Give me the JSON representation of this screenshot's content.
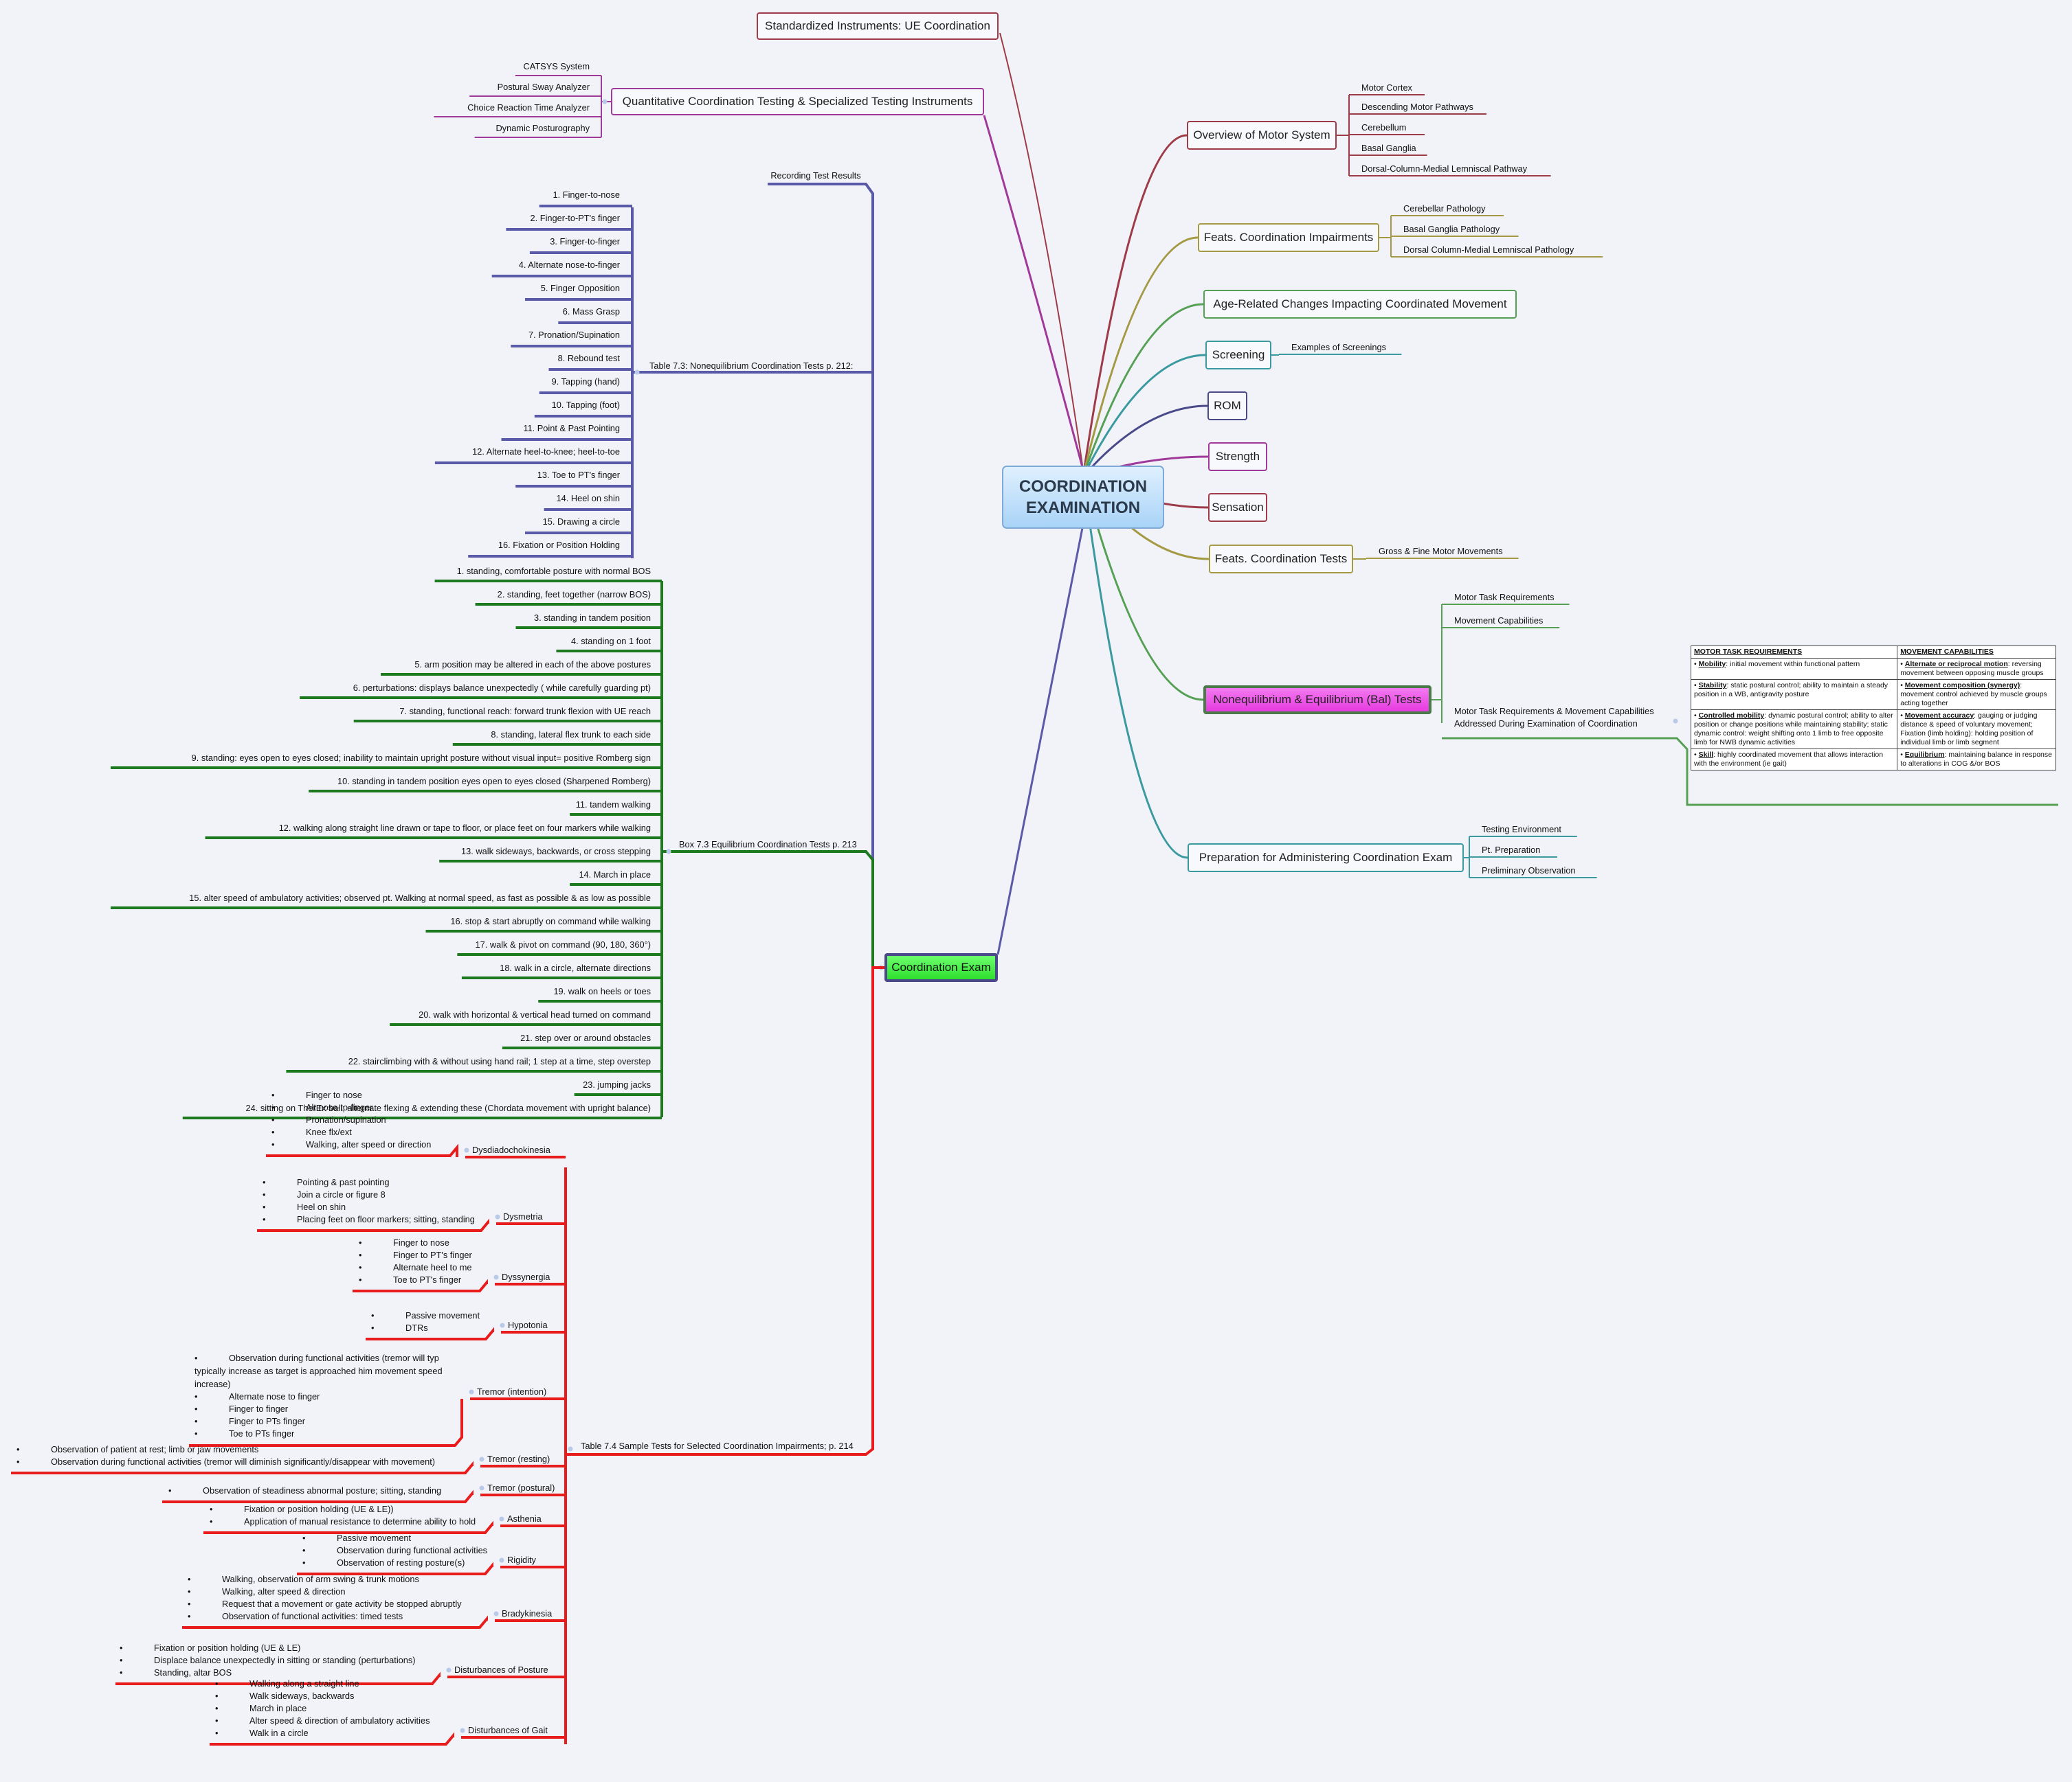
{
  "central": {
    "line1": "COORDINATION",
    "line2": "EXAMINATION"
  },
  "right_topics": [
    {
      "label": "Overview of Motor System",
      "color": "#9e3b48",
      "children": [
        "Motor Cortex",
        "Descending Motor Pathways",
        "Cerebellum",
        "Basal Ganglia",
        "Dorsal-Column-Medial Lemniscal Pathway"
      ]
    },
    {
      "label": "Feats. Coordination Impairments",
      "color": "#a59a44",
      "children": [
        "Cerebellar Pathology",
        "Basal Ganglia Pathology",
        "Dorsal Column-Medial Lemniscal Pathology"
      ]
    },
    {
      "label": "Age-Related Changes Impacting Coordinated Movement",
      "color": "#55a055",
      "children": []
    },
    {
      "label": "Screening",
      "color": "#3a9aa0",
      "children": [
        "Examples of Screenings"
      ]
    },
    {
      "label": "ROM",
      "color": "#4a4a8a",
      "children": []
    },
    {
      "label": "Strength",
      "color": "#a03a9a",
      "children": []
    },
    {
      "label": "Sensation",
      "color": "#9e3b48",
      "children": []
    },
    {
      "label": "Feats. Coordination Tests",
      "color": "#a59a44",
      "children": [
        "Gross & Fine Motor Movements"
      ]
    },
    {
      "label": "Nonequilibrium & Equilibrium (Bal) Tests",
      "color": "#55a055",
      "children": [
        "Motor Task Requirements",
        "Movement Capabilities",
        "Motor Task Requirements & Movement Capabilities Addressed During Examination of Coordination"
      ]
    },
    {
      "label": "Preparation for Administering Coordination Exam",
      "color": "#3a9aa0",
      "children": [
        "Testing Environment",
        "Pt. Preparation",
        "Preliminary Observation"
      ]
    }
  ],
  "top_topics": [
    {
      "label": "Standardized Instruments:  UE Coordination",
      "color": "#9e3b48"
    },
    {
      "label": "Quantitative Coordination Testing & Specialized Testing Instruments",
      "color": "#a03a9a",
      "children": [
        "CATSYS System",
        "Postural Sway Analyzer",
        "Choice Reaction Time Analyzer",
        "Dynamic Posturography"
      ]
    }
  ],
  "table": {
    "headers": [
      "MOTOR TASK REQUIREMENTS",
      "MOVEMENT CAPABILITIES"
    ],
    "rows": [
      [
        {
          "term": "Mobility",
          "text": ": initial movement within functional pattern"
        },
        {
          "term": "Alternate or reciprocal motion",
          "text": ": reversing movement between opposing muscle groups"
        }
      ],
      [
        {
          "term": "Stability",
          "text": ": static postural control; ability to maintain a steady position in a WB, antigravity posture"
        },
        {
          "term": "Movement composition (synergy)",
          "text": ": movement control achieved by muscle groups acting together"
        }
      ],
      [
        {
          "term": "Controlled mobility",
          "text": ": dynamic postural control; ability to alter position or change positions while maintaining stability; static dynamic control: weight shifting onto 1 limb to free opposite limb for NWB dynamic activities"
        },
        {
          "term": "Movement accuracy",
          "text": ": gauging or judging distance & speed of voluntary movement; Fixation (limb holding): holding position of individual limb or limb segment"
        }
      ],
      [
        {
          "term": "Skill",
          "text": ": highly coordinated movement that allows interaction with the environment (ie gait)"
        },
        {
          "term": "Equilibrium",
          "text": ": maintaining balance in response to alterations in COG &/or BOS"
        }
      ]
    ]
  },
  "coordination_exam": {
    "label": "Coordination Exam",
    "recording": "Recording Test Results",
    "table73": {
      "label": "Table 7.3: Nonequilibrium Coordination Tests p. 212:",
      "items": [
        "1. Finger-to-nose",
        "2. Finger-to-PT's finger",
        "3. Finger-to-finger",
        "4. Alternate nose-to-finger",
        "5. Finger Opposition",
        "6. Mass Grasp",
        "7. Pronation/Supination",
        "8. Rebound test",
        "9. Tapping (hand)",
        "10. Tapping (foot)",
        "11. Point & Past Pointing",
        "12. Alternate heel-to-knee; heel-to-toe",
        "13. Toe to PT's finger",
        "14. Heel on shin",
        "15. Drawing a circle",
        "16. Fixation or Position Holding"
      ]
    },
    "box73": {
      "label": "Box 7.3 Equilibrium Coordination Tests p. 213",
      "items": [
        "1. standing, comfortable posture with normal BOS",
        "2. standing, feet together (narrow BOS)",
        "3. standing in tandem position",
        "4. standing on 1 foot",
        "5. arm position may be altered in each of the above postures",
        "6. perturbations: displays balance unexpectedly ( while carefully guarding pt)",
        "7. standing, functional reach: forward trunk flexion with UE reach",
        "8. standing, lateral flex trunk to each side",
        "9. standing: eyes open to eyes closed; inability to maintain upright posture without visual input= positive Romberg sign",
        "10. standing in tandem position eyes open to eyes closed (Sharpened Romberg)",
        "11. tandem walking",
        "12. walking along straight line drawn or tape to floor, or place feet on four markers while walking",
        "13. walk sideways, backwards, or cross stepping",
        "14. March in place",
        "15. alter speed of ambulatory activities; observed pt. Walking at normal speed, as fast as possible & as low as possible",
        "16. stop & start abruptly on command while walking",
        "17. walk & pivot on command (90, 180, 360°)",
        "18. walk in a circle, alternate directions",
        "19. walk on heels or toes",
        "20. walk with horizontal & vertical head turned on command",
        "21. step over or around obstacles",
        "22. stairclimbing with & without using hand rail; 1 step at a time, step overstep",
        "23. jumping jacks",
        "24. sitting on TherEx ball; alternate flexing & extending these (Chordata movement with upright balance)"
      ]
    },
    "table74": {
      "label": "Table 7.4 Sample Tests for Selected Coordination Impairments; p. 214",
      "items": [
        {
          "label": "Dysdiadochokinesia",
          "bullets": [
            "Finger to nose",
            "Alt nose-to-finger",
            "Pronation/supination",
            "Knee flx/ext",
            "Walking, alter speed or direction"
          ]
        },
        {
          "label": "Dysmetria",
          "bullets": [
            "Pointing & past pointing",
            "Join a circle or figure 8",
            "Heel on shin",
            "Placing feet on floor markers; sitting, standing"
          ]
        },
        {
          "label": "Dyssynergia",
          "bullets": [
            "Finger to nose",
            "Finger to PT's finger",
            "Alternate heel to me",
            "Toe to PT's finger"
          ]
        },
        {
          "label": "Hypotonia",
          "bullets": [
            "Passive movement",
            "DTRs"
          ]
        },
        {
          "label": "Tremor (intention)",
          "bullets": [
            "Observation during functional activities (tremor will typically increase as target is approached him movement speed increase)",
            "Alternate nose to finger",
            "Finger to finger",
            "Finger to PTs finger",
            "Toe to PTs finger"
          ]
        },
        {
          "label": "Tremor (resting)",
          "bullets": [
            "Observation of patient at rest; limb or jaw movements",
            "Observation during functional activities (tremor will diminish significantly/disappear with movement)"
          ]
        },
        {
          "label": "Tremor (postural)",
          "bullets": [
            "Observation of steadiness abnormal posture; sitting, standing"
          ]
        },
        {
          "label": "Asthenia",
          "bullets": [
            "Fixation or position holding (UE & LE))",
            "Application of manual resistance to determine ability to hold"
          ]
        },
        {
          "label": "Rigidity",
          "bullets": [
            "Passive movement",
            "Observation during functional activities",
            "Observation of resting posture(s)"
          ]
        },
        {
          "label": "Bradykinesia",
          "bullets": [
            "Walking, observation of arm swing & trunk motions",
            "Walking, alter speed & direction",
            "Request that a movement or gate activity be stopped abruptly",
            "Observation of functional activities: timed tests"
          ]
        },
        {
          "label": "Disturbances of Posture",
          "bullets": [
            "Fixation or position holding (UE & LE)",
            "Displace balance unexpectedly in sitting or standing (perturbations)",
            "Standing, altar BOS"
          ]
        },
        {
          "label": "Disturbances of Gait",
          "bullets": [
            "Walking along a straight line",
            "Walk sideways, backwards",
            "March in place",
            "Alter speed & direction of ambulatory activities",
            "Walk in a circle"
          ]
        }
      ]
    }
  },
  "colors": {
    "background": "#f2f3f8",
    "purple_branch": "#5a5aa8",
    "green_branch": "#1e7a1e",
    "red_branch": "#e81c1c",
    "coord_node": "#39e839",
    "noneq_node": "#e83ae0"
  }
}
